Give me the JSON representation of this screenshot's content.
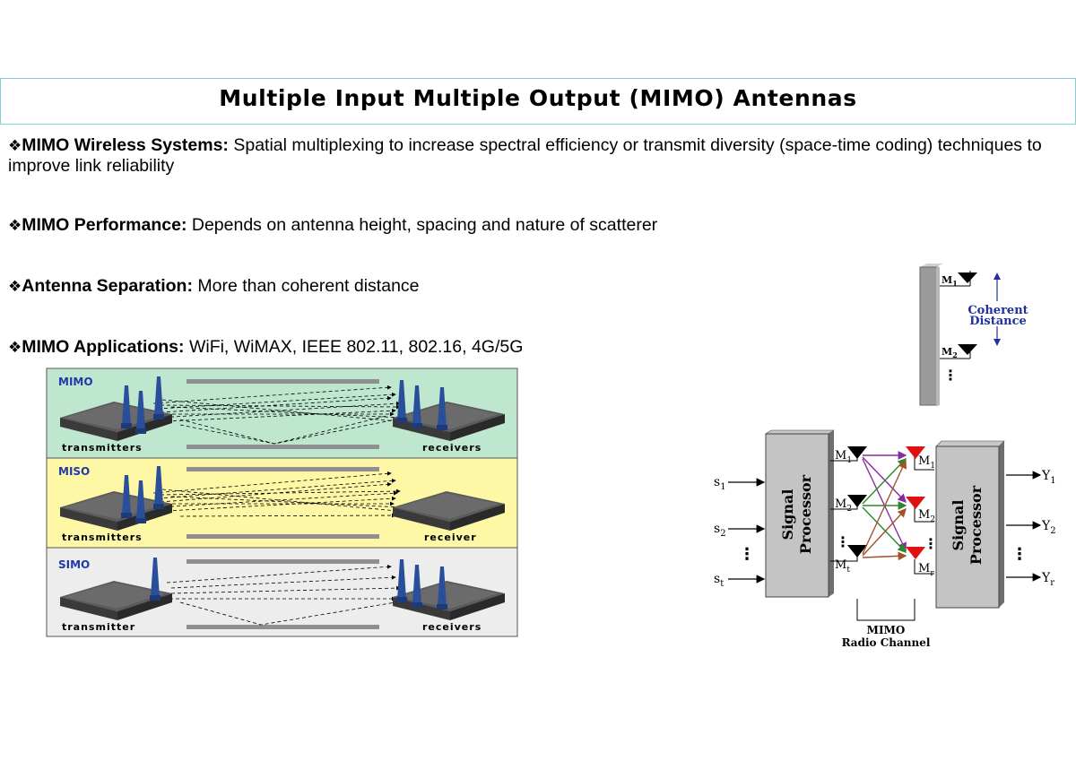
{
  "title": "Multiple Input Multiple Output (MIMO) Antennas",
  "bullet_glyph": "❖",
  "bullets": [
    {
      "label": "MIMO Wireless Systems:",
      "text": "Spatial multiplexing to increase spectral efficiency or transmit diversity (space-time coding) techniques to improve link reliability"
    },
    {
      "label": "MIMO Performance:",
      "text": "Depends on antenna height, spacing and nature of scatterer"
    },
    {
      "label": "Antenna Separation:",
      "text": "More than coherent distance"
    },
    {
      "label": "MIMO Applications:",
      "text": "WiFi, WiMAX, IEEE 802.11, 802.16, 4G/5G"
    }
  ],
  "configs": {
    "mimo": {
      "name": "MIMO",
      "left": "transmitters",
      "right": "receivers",
      "color": "#bfe6cf"
    },
    "miso": {
      "name": "MISO",
      "left": "transmitters",
      "right": "receiver",
      "color": "#fdf7a6"
    },
    "simo": {
      "name": "SIMO",
      "left": "transmitter",
      "right": "receivers",
      "color": "#ededed"
    }
  },
  "coherent": {
    "line1": "Coherent",
    "line2": "Distance",
    "m1": "M",
    "m1_sub": "1",
    "m2": "M",
    "m2_sub": "2",
    "dots": "⋮"
  },
  "block": {
    "sp_left_1": "Signal",
    "sp_left_2": "Processor",
    "sp_right_1": "Signal",
    "sp_right_2": "Processor",
    "inputs": [
      {
        "main": "s",
        "sub": "1"
      },
      {
        "main": "s",
        "sub": "2"
      },
      {
        "main": "s",
        "sub": "t"
      }
    ],
    "outputs": [
      {
        "main": "Y",
        "sub": "1"
      },
      {
        "main": "Y",
        "sub": "2"
      },
      {
        "main": "Y",
        "sub": "r"
      }
    ],
    "tx_ant": [
      {
        "main": "M",
        "sub": "1"
      },
      {
        "main": "M",
        "sub": "2"
      },
      {
        "main": "M",
        "sub": "t"
      }
    ],
    "rx_ant": [
      {
        "main": "M",
        "sub": "1"
      },
      {
        "main": "M",
        "sub": "2"
      },
      {
        "main": "M",
        "sub": "r"
      }
    ],
    "dots": "⋮",
    "channel_1": "MIMO",
    "channel_2": "Radio Channel"
  }
}
